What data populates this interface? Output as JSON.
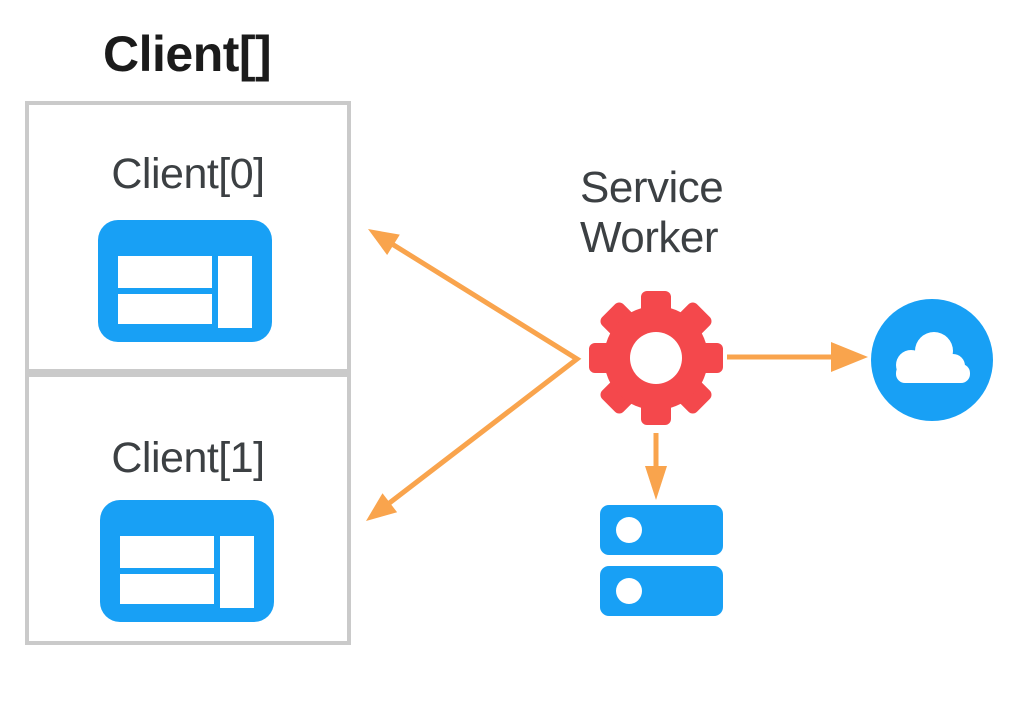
{
  "diagram": {
    "title": "Client[]",
    "clients": [
      {
        "label": "Client[0]",
        "icon": "browser-window-icon"
      },
      {
        "label": "Client[1]",
        "icon": "browser-window-icon"
      }
    ],
    "service_worker": {
      "label": "Service Worker",
      "lines": [
        "Service",
        "Worker"
      ],
      "icon": "gear-icon"
    },
    "network": {
      "icon": "cloud-icon"
    },
    "storage": {
      "icon": "server-stack-icon"
    },
    "arrows": [
      {
        "name": "service-worker-to-clients",
        "type": "bidirectional-fan",
        "color": "orange"
      },
      {
        "name": "service-worker-to-cloud",
        "type": "right",
        "color": "orange"
      },
      {
        "name": "service-worker-to-server",
        "type": "down",
        "color": "orange"
      }
    ],
    "colors": {
      "blue": "#18A0F5",
      "red": "#F4484C",
      "orange": "#F9A44D",
      "border": "#CACACA",
      "text": "#3C4043",
      "title": "#1B1B1B",
      "bg": "#FFFFFF"
    }
  }
}
